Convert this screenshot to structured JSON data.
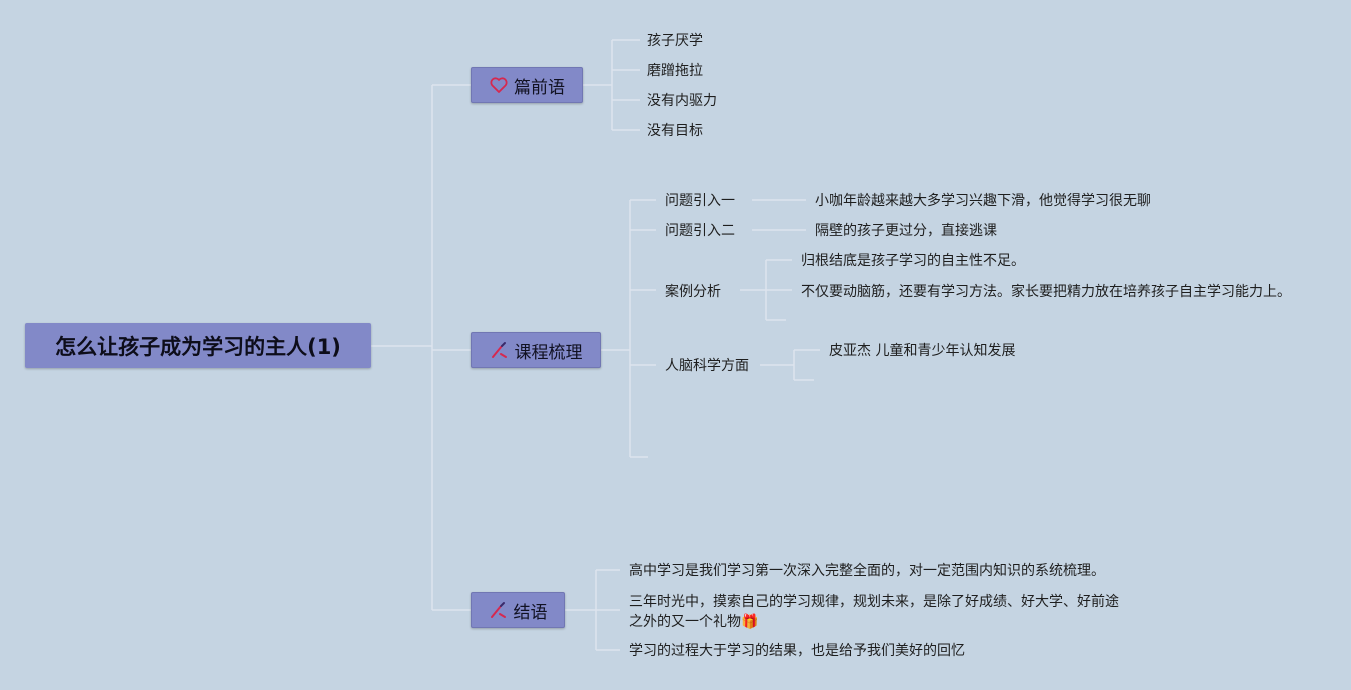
{
  "root": {
    "title": "怎么让孩子成为学习的主人(1)"
  },
  "branches": [
    {
      "label": "篇前语",
      "icon": "heart-icon",
      "items": [
        "孩子厌学",
        "磨蹭拖拉",
        "没有内驱力",
        "没有目标"
      ]
    },
    {
      "label": "课程梳理",
      "icon": "pencil-icon",
      "subtopics": [
        {
          "label": "问题引入一",
          "details": [
            "小咖年龄越来越大多学习兴趣下滑，他觉得学习很无聊"
          ]
        },
        {
          "label": "问题引入二",
          "details": [
            "隔壁的孩子更过分，直接逃课"
          ]
        },
        {
          "label": "案例分析",
          "details": [
            "归根结底是孩子学习的自主性不足。",
            "不仅要动脑筋，还要有学习方法。家长要把精力放在培养孩子自主学习能力上。"
          ]
        },
        {
          "label": "人脑科学方面",
          "details": [
            "皮亚杰 儿童和青少年认知发展"
          ]
        }
      ]
    },
    {
      "label": "结语",
      "icon": "pencil-icon",
      "items": [
        "高中学习是我们学习第一次深入完整全面的，对一定范围内知识的系统梳理。",
        "三年时光中，摸索自己的学习规律，规划未来，是除了好成绩、好大学、好前途之外的又一个礼物🎁",
        "学习的过程大于学习的结果，也是给予我们美好的回忆"
      ]
    }
  ],
  "colors": {
    "background": "#c5d4e2",
    "node_fill": "#8289c8",
    "connector": "#dde5ee",
    "icon_accent": "#d6284f"
  }
}
